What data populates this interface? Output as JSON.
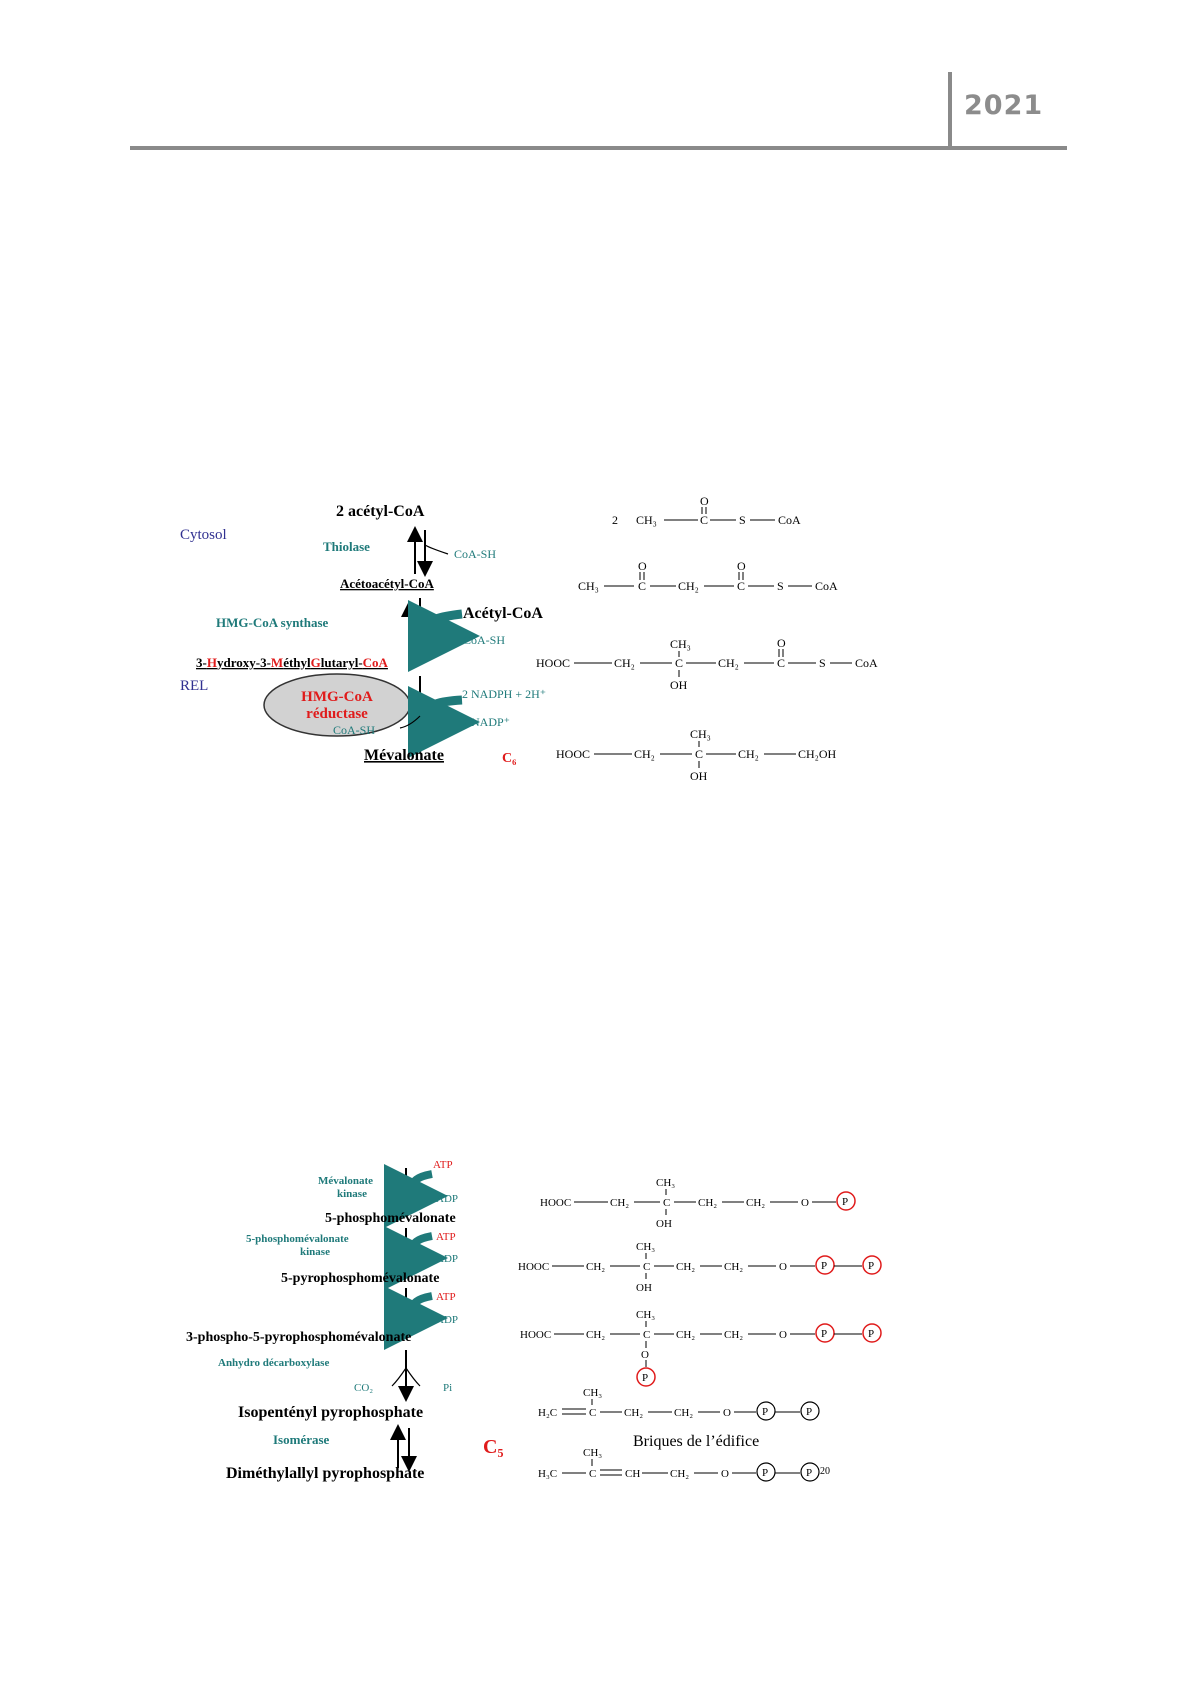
{
  "header": {
    "year": "2021"
  },
  "diagram1": {
    "compartments": {
      "cytosol": "Cytosol",
      "rel": "REL"
    },
    "steps": {
      "acetylcoa": "2 acétyl-CoA",
      "thiolase": "Thiolase",
      "coash1": "CoA-SH",
      "acetoacetylcoa": "Acétoacétyl-CoA",
      "hmgsynthase": "HMG-CoA synthase",
      "acetylcoa2": "Acétyl-CoA",
      "coash2": "CoA-SH",
      "hmg_parts": [
        "3-",
        "H",
        "ydroxy-3-",
        "M",
        "éthyl",
        "G",
        "lutaryl-",
        "CoA"
      ],
      "reductase_l1": "HMG-CoA",
      "reductase_l2": "réductase",
      "nadph": "2 NADPH + 2H⁺",
      "nadp": "2 NADP⁺",
      "coash3": "CoA-SH",
      "mevalonate": "Mévalonate",
      "c6": "C₆"
    },
    "structures": {
      "s1": {
        "prefix": "2",
        "g1": "CH₃",
        "c": "C",
        "o": "O",
        "s": "S",
        "coa": "CoA"
      },
      "s2": {
        "g1": "CH₃",
        "c1": "C",
        "ch2": "CH₂",
        "c2": "C",
        "o": "O",
        "s": "S",
        "coa": "CoA"
      },
      "s3": {
        "hooc": "HOOC",
        "ch2a": "CH₂",
        "c": "C",
        "ch3": "CH₃",
        "oh": "OH",
        "ch2b": "CH₂",
        "c2": "C",
        "o": "O",
        "s": "S",
        "coa": "CoA"
      },
      "s4": {
        "hooc": "HOOC",
        "ch2a": "CH₂",
        "c": "C",
        "ch3": "CH₃",
        "oh": "OH",
        "ch2b": "CH₂",
        "ch2oh": "CH₂OH"
      }
    }
  },
  "diagram2": {
    "steps": {
      "atp0": "ATP",
      "mk_l1": "Mévalonate",
      "mk_l2": "kinase",
      "adp1": "ADP",
      "p5mev": "5-phosphomévalonate",
      "pmk_l1": "5-phosphomévalonate",
      "pmk_l2": "kinase",
      "atp1": "ATP",
      "adp2": "ADP",
      "pp5mev": "5-pyrophosphomévalonate",
      "atp2": "ATP",
      "adp3": "ADP",
      "p3pp5mev": "3-phospho-5-pyrophosphomévalonate",
      "anhydro": "Anhydro décarboxylase",
      "co2": "CO₂",
      "pi": "Pi",
      "ipp": "Isopentényl pyrophosphate",
      "isomerase": "Isomérase",
      "c5": "C₅",
      "briques": "Briques de l’édifice",
      "dmapp": "Diméthylallyl pyrophosphate"
    },
    "structures": {
      "hooc": "HOOC",
      "ch2": "CH₂",
      "c": "C",
      "ch3": "CH₃",
      "oh": "OH",
      "o": "O",
      "p": "P",
      "h2c": "H₂C",
      "h3c": "H₃C",
      "ch": "CH",
      "superscript": "20"
    }
  }
}
